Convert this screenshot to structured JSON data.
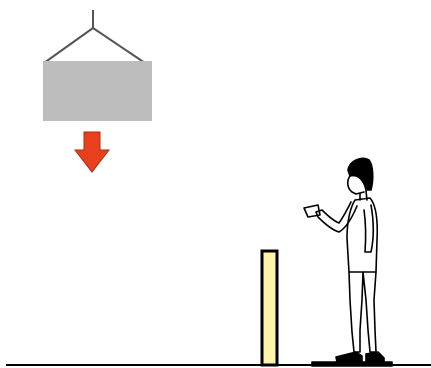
{
  "scene": {
    "colors": {
      "background": "#ffffff",
      "load_fill": "#bdbdbd",
      "cable": "#555555",
      "arrow_fill": "#e8401c",
      "arrow_stroke": "#b02a10",
      "post_fill": "#fff4a8",
      "post_outline": "#000000",
      "ground": "#000000",
      "person_stroke": "#000000"
    },
    "elements": {
      "hook_cable": "hook-cable",
      "suspended_load": "suspended-load",
      "falling_arrow": "down-arrow-icon",
      "barrier_post": "yellow-post",
      "ground_line": "ground-line",
      "worker": "standing-person"
    }
  }
}
